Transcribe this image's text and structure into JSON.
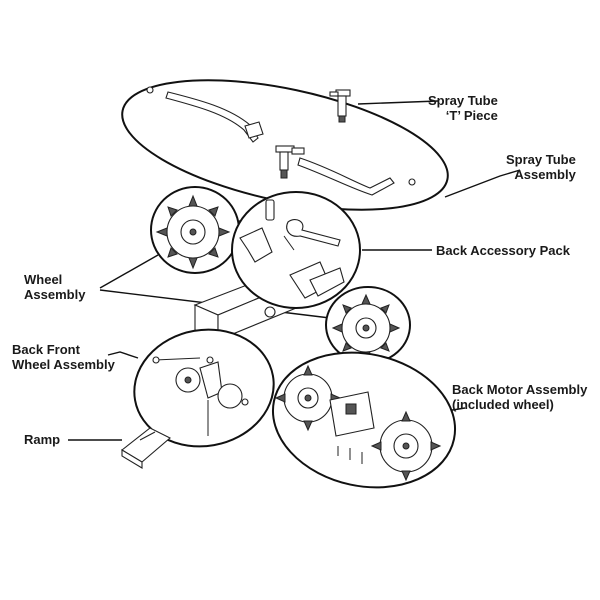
{
  "labels": {
    "spray_tube_t_piece": [
      "Spray Tube",
      "‘T’ Piece"
    ],
    "spray_tube_assembly": [
      "Spray Tube",
      "Assembly"
    ],
    "back_accessory_pack": "Back Accessory Pack",
    "wheel_assembly": [
      "Wheel",
      "Assembly"
    ],
    "back_front_wheel_assembly": [
      "Back Front",
      "Wheel Assembly"
    ],
    "back_motor_assembly": [
      "Back Motor Assembly",
      "(included wheel)"
    ],
    "ramp": "Ramp"
  },
  "colors": {
    "line": "#111111",
    "text": "#1a1a1a",
    "background": "#ffffff",
    "shading": "#555555"
  }
}
